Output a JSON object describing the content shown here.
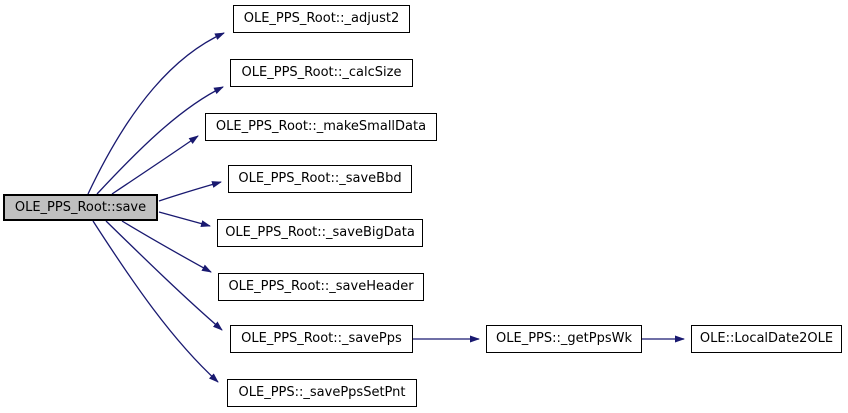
{
  "diagram": {
    "type": "call-graph",
    "colors": {
      "edge": "#191970",
      "node_border": "#000000",
      "node_fill": "#ffffff",
      "root_fill": "#c0c0c0",
      "text": "#000000",
      "background": "#ffffff"
    },
    "nodes": {
      "save": "OLE_PPS_Root::save",
      "adjust2": "OLE_PPS_Root::_adjust2",
      "calcSize": "OLE_PPS_Root::_calcSize",
      "makeSmallData": "OLE_PPS_Root::_makeSmallData",
      "saveBbd": "OLE_PPS_Root::_saveBbd",
      "saveBigData": "OLE_PPS_Root::_saveBigData",
      "saveHeader": "OLE_PPS_Root::_saveHeader",
      "savePps": "OLE_PPS_Root::_savePps",
      "savePpsSetPnt": "OLE_PPS::_savePpsSetPnt",
      "getPpsWk": "OLE_PPS::_getPpsWk",
      "localDate2OLE": "OLE::LocalDate2OLE"
    },
    "edges": [
      {
        "from": "save",
        "to": "adjust2"
      },
      {
        "from": "save",
        "to": "calcSize"
      },
      {
        "from": "save",
        "to": "makeSmallData"
      },
      {
        "from": "save",
        "to": "saveBbd"
      },
      {
        "from": "save",
        "to": "saveBigData"
      },
      {
        "from": "save",
        "to": "saveHeader"
      },
      {
        "from": "save",
        "to": "savePps"
      },
      {
        "from": "save",
        "to": "savePpsSetPnt"
      },
      {
        "from": "savePps",
        "to": "getPpsWk"
      },
      {
        "from": "getPpsWk",
        "to": "localDate2OLE"
      }
    ]
  }
}
